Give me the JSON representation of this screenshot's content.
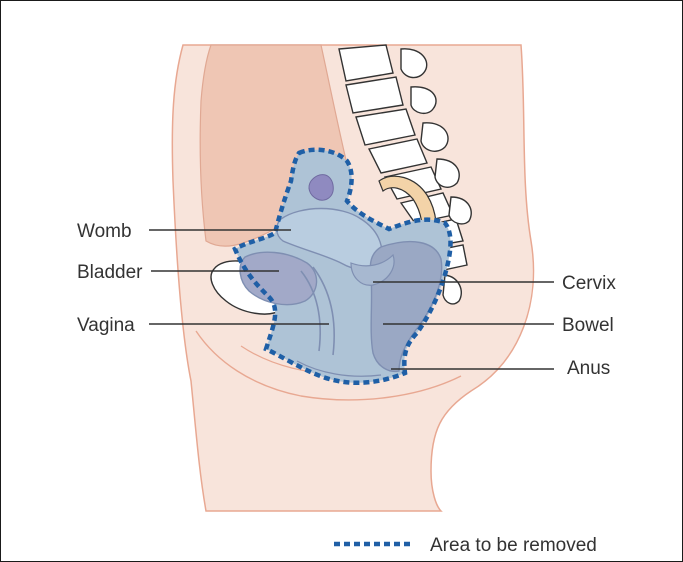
{
  "labels": {
    "womb": "Womb",
    "bladder": "Bladder",
    "vagina": "Vagina",
    "cervix": "Cervix",
    "bowel": "Bowel",
    "anus": "Anus"
  },
  "legend": {
    "text": "Area to be removed"
  },
  "colors": {
    "skin": "#f8e4db",
    "skin_outline": "#e8a892",
    "muscle": "#f1c9b7",
    "bone": "#ffffff",
    "bone_outline": "#333333",
    "organ": "#aec3d6",
    "organ_dark": "#9aa8c4",
    "removal_outline": "#1f5fa6",
    "ovary": "#8f8ac0"
  }
}
